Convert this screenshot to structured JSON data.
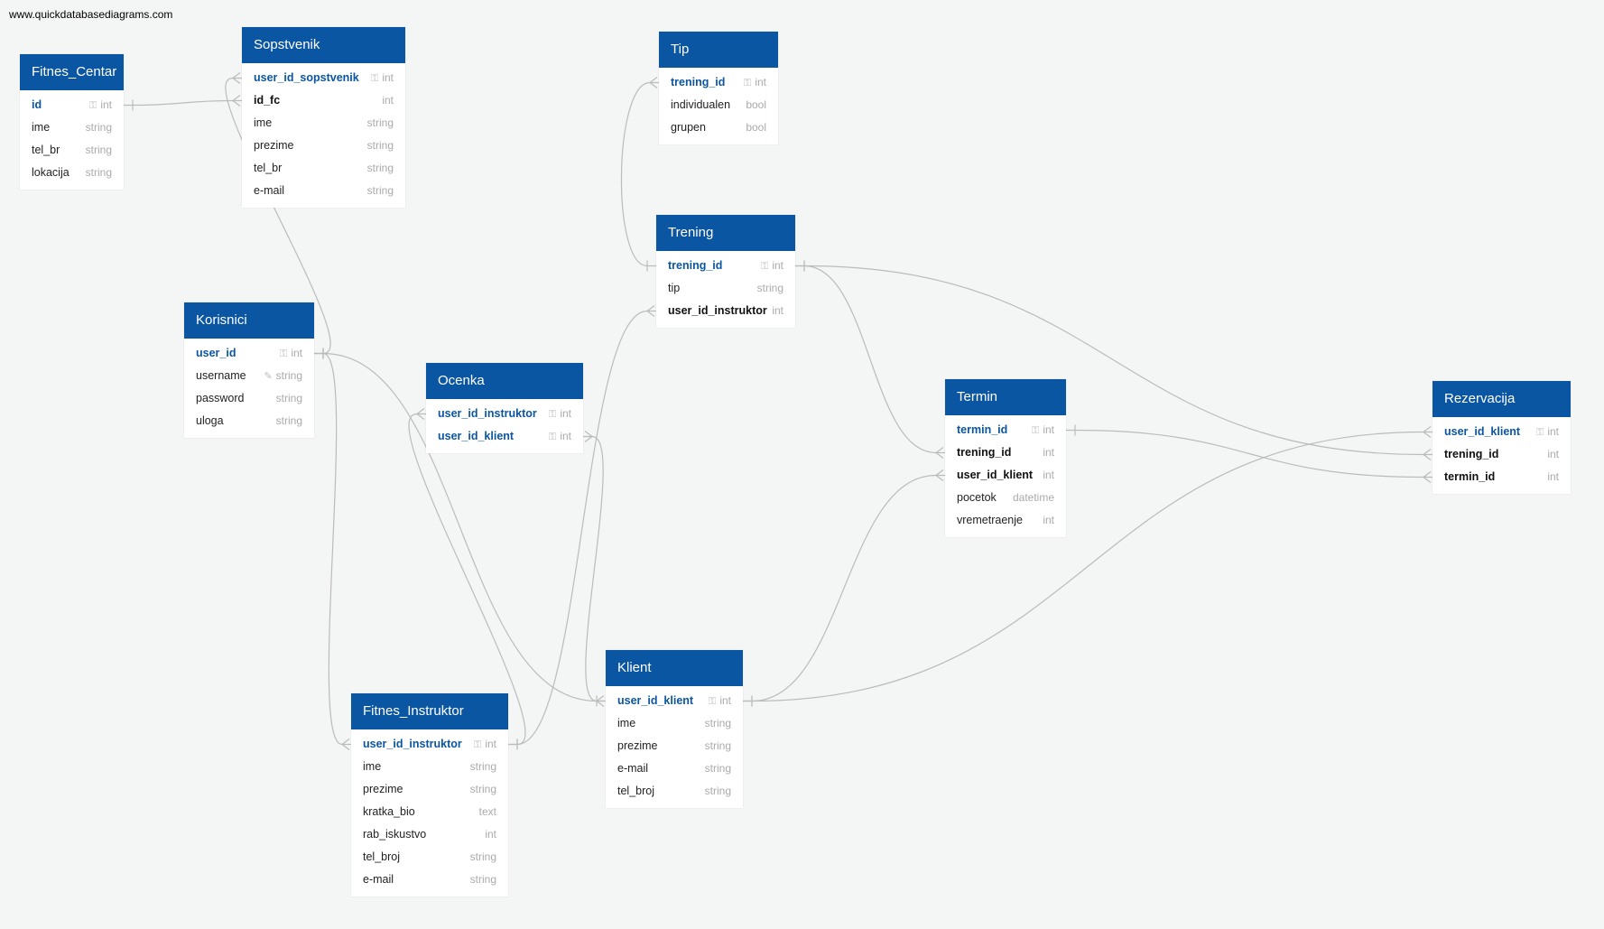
{
  "site": "www.quickdatabasediagrams.com",
  "colors": {
    "header": "#0b56a2",
    "key": "#0b56a2",
    "line": "#bbbbbb",
    "background": "#f4f5f5"
  },
  "tables": [
    {
      "name": "Fitnes_Centar",
      "fields": [
        {
          "name": "id",
          "type": "int",
          "key": "pk"
        },
        {
          "name": "ime",
          "type": "string"
        },
        {
          "name": "tel_br",
          "type": "string"
        },
        {
          "name": "lokacija",
          "type": "string"
        }
      ]
    },
    {
      "name": "Sopstvenik",
      "fields": [
        {
          "name": "user_id_sopstvenik",
          "type": "int",
          "key": "pk"
        },
        {
          "name": "id_fc",
          "type": "int",
          "key": "fk"
        },
        {
          "name": "ime",
          "type": "string"
        },
        {
          "name": "prezime",
          "type": "string"
        },
        {
          "name": "tel_br",
          "type": "string"
        },
        {
          "name": "e-mail",
          "type": "string"
        }
      ]
    },
    {
      "name": "Tip",
      "fields": [
        {
          "name": "trening_id",
          "type": "int",
          "key": "pk"
        },
        {
          "name": "individualen",
          "type": "bool"
        },
        {
          "name": "grupen",
          "type": "bool"
        }
      ]
    },
    {
      "name": "Trening",
      "fields": [
        {
          "name": "trening_id",
          "type": "int",
          "key": "pk"
        },
        {
          "name": "tip",
          "type": "string"
        },
        {
          "name": "user_id_instruktor",
          "type": "int",
          "key": "fk"
        }
      ]
    },
    {
      "name": "Korisnici",
      "fields": [
        {
          "name": "user_id",
          "type": "int",
          "key": "pk"
        },
        {
          "name": "username",
          "type": "string",
          "key": "unique"
        },
        {
          "name": "password",
          "type": "string"
        },
        {
          "name": "uloga",
          "type": "string"
        }
      ]
    },
    {
      "name": "Ocenka",
      "fields": [
        {
          "name": "user_id_instruktor",
          "type": "int",
          "key": "pk"
        },
        {
          "name": "user_id_klient",
          "type": "int",
          "key": "pk"
        }
      ]
    },
    {
      "name": "Termin",
      "fields": [
        {
          "name": "termin_id",
          "type": "int",
          "key": "pk"
        },
        {
          "name": "trening_id",
          "type": "int",
          "key": "fk"
        },
        {
          "name": "user_id_klient",
          "type": "int",
          "key": "fk"
        },
        {
          "name": "pocetok",
          "type": "datetime"
        },
        {
          "name": "vremetraenje",
          "type": "int"
        }
      ]
    },
    {
      "name": "Rezervacija",
      "fields": [
        {
          "name": "user_id_klient",
          "type": "int",
          "key": "pk"
        },
        {
          "name": "trening_id",
          "type": "int",
          "key": "fk"
        },
        {
          "name": "termin_id",
          "type": "int",
          "key": "fk"
        }
      ]
    },
    {
      "name": "Klient",
      "fields": [
        {
          "name": "user_id_klient",
          "type": "int",
          "key": "pk"
        },
        {
          "name": "ime",
          "type": "string"
        },
        {
          "name": "prezime",
          "type": "string"
        },
        {
          "name": "e-mail",
          "type": "string"
        },
        {
          "name": "tel_broj",
          "type": "string"
        }
      ]
    },
    {
      "name": "Fitnes_Instruktor",
      "fields": [
        {
          "name": "user_id_instruktor",
          "type": "int",
          "key": "pk"
        },
        {
          "name": "ime",
          "type": "string"
        },
        {
          "name": "prezime",
          "type": "string"
        },
        {
          "name": "kratka_bio",
          "type": "text"
        },
        {
          "name": "rab_iskustvo",
          "type": "int"
        },
        {
          "name": "tel_broj",
          "type": "string"
        },
        {
          "name": "e-mail",
          "type": "string"
        }
      ]
    }
  ],
  "relationships": [
    {
      "from": "Sopstvenik.id_fc",
      "to": "Fitnes_Centar.id"
    },
    {
      "from": "Sopstvenik.user_id_sopstvenik",
      "to": "Korisnici.user_id"
    },
    {
      "from": "Tip.trening_id",
      "to": "Trening.trening_id"
    },
    {
      "from": "Trening.user_id_instruktor",
      "to": "Fitnes_Instruktor.user_id_instruktor"
    },
    {
      "from": "Termin.trening_id",
      "to": "Trening.trening_id"
    },
    {
      "from": "Rezervacija.trening_id",
      "to": "Trening.trening_id"
    },
    {
      "from": "Rezervacija.termin_id",
      "to": "Termin.termin_id"
    },
    {
      "from": "Termin.user_id_klient",
      "to": "Klient.user_id_klient"
    },
    {
      "from": "Rezervacija.user_id_klient",
      "to": "Klient.user_id_klient"
    },
    {
      "from": "Ocenka.user_id_klient",
      "to": "Klient.user_id_klient"
    },
    {
      "from": "Ocenka.user_id_instruktor",
      "to": "Fitnes_Instruktor.user_id_instruktor"
    },
    {
      "from": "Klient.user_id_klient",
      "to": "Korisnici.user_id"
    },
    {
      "from": "Fitnes_Instruktor.user_id_instruktor",
      "to": "Korisnici.user_id"
    }
  ]
}
